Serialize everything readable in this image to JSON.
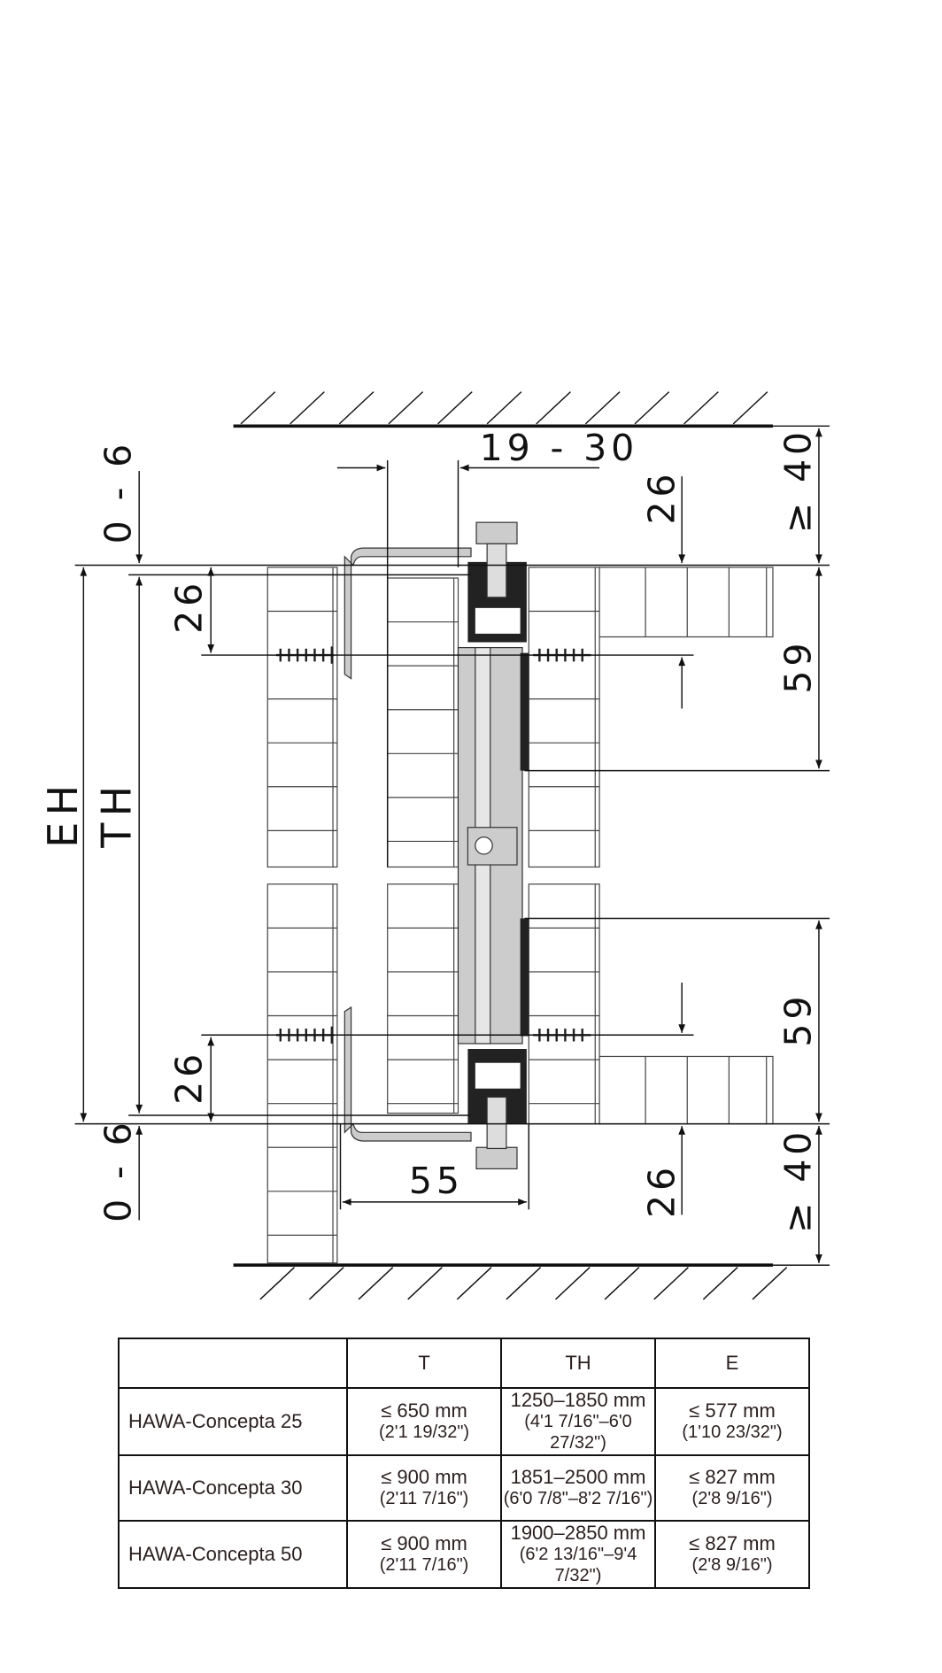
{
  "diagram": {
    "dims": {
      "gap_top": "19 - 30",
      "offset_top": "0 - 6",
      "offset_bottom": "0 - 6",
      "screw_left_top": "26",
      "screw_left_bottom": "26",
      "screw_right_top": "26",
      "screw_right_bottom": "26",
      "eh": "EH",
      "th": "TH",
      "width_bottom": "55",
      "clear_top": "≥ 40",
      "clear_bottom": "≥ 40",
      "track_top": "59",
      "track_bottom": "59"
    }
  },
  "table": {
    "headers": [
      "",
      "T",
      "TH",
      "E"
    ],
    "rows": [
      {
        "name": "HAWA-Concepta 25",
        "t": [
          "≤ 650 mm",
          "(2'1 19/32\")"
        ],
        "th": [
          "1250–1850 mm",
          "(4'1 7/16\"–6'0 27/32\")"
        ],
        "e": [
          "≤ 577 mm",
          "(1'10 23/32\")"
        ]
      },
      {
        "name": "HAWA-Concepta 30",
        "t": [
          "≤ 900 mm",
          "(2'11 7/16\")"
        ],
        "th": [
          "1851–2500 mm",
          "(6'0 7/8\"–8'2 7/16\")"
        ],
        "e": [
          "≤ 827 mm",
          "(2'8 9/16\")"
        ]
      },
      {
        "name": "HAWA-Concepta 50",
        "t": [
          "≤ 900 mm",
          "(2'11 7/16\")"
        ],
        "th": [
          "1900–2850 mm",
          "(6'2 13/16\"–9'4 7/32\")"
        ],
        "e": [
          "≤ 827 mm",
          "(2'8 9/16\")"
        ]
      }
    ]
  }
}
